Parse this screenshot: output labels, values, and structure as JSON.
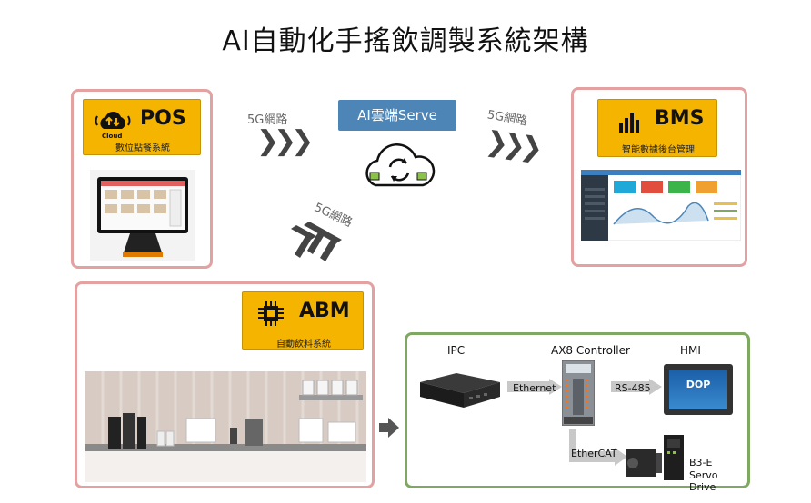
{
  "title": "AI自動化手搖飲調製系統架構",
  "pos": {
    "name": "POS",
    "cloud_label": "Cloud",
    "subtitle": "數位點餐系統"
  },
  "bms": {
    "name": "BMS",
    "subtitle": "智能數據後台管理"
  },
  "abm": {
    "name": "ABM",
    "subtitle": "自動飲料系統"
  },
  "server": {
    "label": "AI雲端Serve"
  },
  "network": {
    "left": "5G網路",
    "right": "5G網路",
    "down": "5G網路"
  },
  "hardware": {
    "ipc": "IPC",
    "controller": "AX8 Controller",
    "hmi": "HMI",
    "ethernet": "Ethernet",
    "rs485": "RS-485",
    "ethercat": "EtherCAT",
    "drive_line1": "B3-E",
    "drive_line2": "Servo Drive",
    "hmi_screen": "DOP"
  },
  "colors": {
    "badge": "#f4b400",
    "pink_border": "#e3a1a1",
    "green_border": "#7fa862",
    "server": "#4d86b6"
  }
}
